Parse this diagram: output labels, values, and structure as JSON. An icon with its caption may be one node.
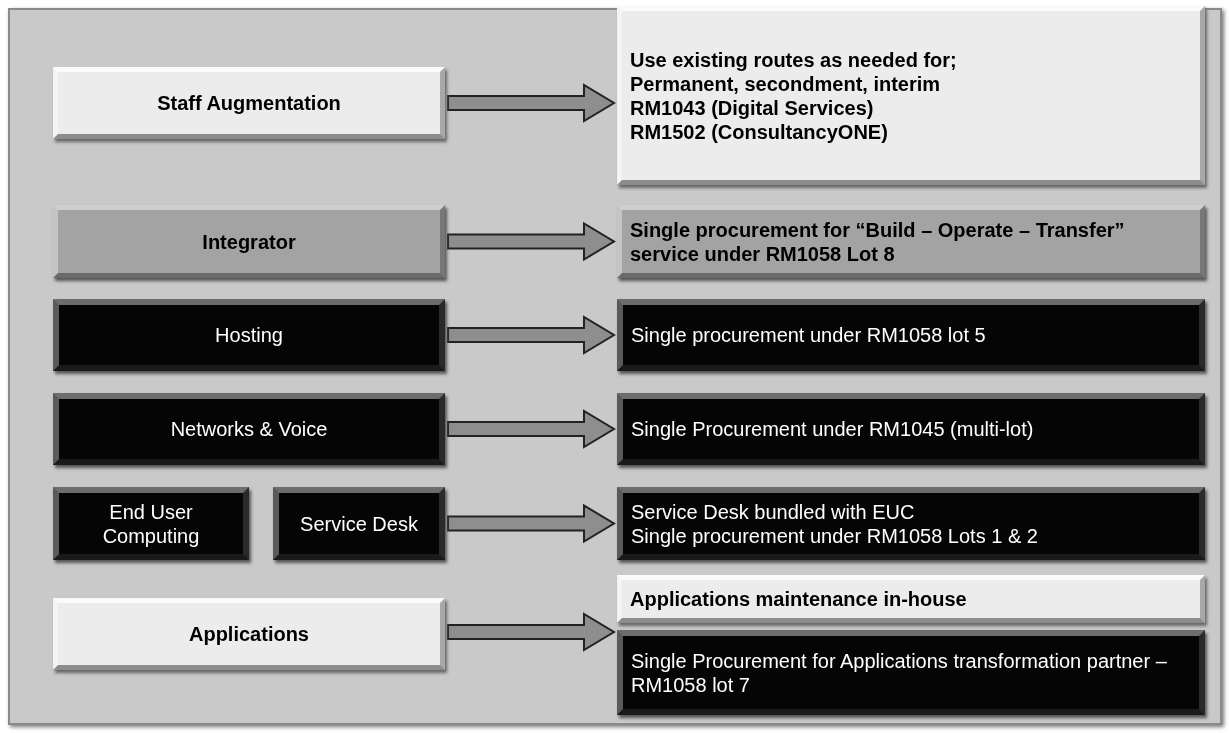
{
  "diagram": {
    "nodes": [
      {
        "text": [
          "Staff Augmentation"
        ]
      },
      {
        "text": [
          "Use existing routes as needed for;",
          "Permanent, secondment, interim",
          "RM1043 (Digital Services)",
          "RM1502 (ConsultancyONE)"
        ]
      },
      {
        "text": [
          "Integrator"
        ]
      },
      {
        "text": [
          "Single procurement for “Build – Operate – Transfer” service under RM1058 Lot 8"
        ]
      },
      {
        "text": [
          "Hosting"
        ]
      },
      {
        "text": [
          "Single procurement under RM1058 lot 5"
        ]
      },
      {
        "text": [
          "Networks & Voice"
        ]
      },
      {
        "text": [
          "Single Procurement under RM1045 (multi-lot)"
        ]
      },
      {
        "text": [
          "End User Computing"
        ]
      },
      {
        "text": [
          "Service Desk"
        ]
      },
      {
        "text": [
          "Service Desk bundled with EUC",
          "Single procurement under RM1058 Lots 1 & 2"
        ]
      },
      {
        "text": [
          "Applications"
        ]
      },
      {
        "text": [
          "Applications maintenance in-house"
        ]
      },
      {
        "text": [
          "Single Procurement for Applications transformation partner – RM1058 lot 7"
        ]
      }
    ],
    "edges": [
      {
        "from": 0,
        "to": 1,
        "arrow": "to"
      },
      {
        "from": 2,
        "to": 3,
        "arrow": "to"
      },
      {
        "from": 4,
        "to": 5,
        "arrow": "to"
      },
      {
        "from": 6,
        "to": 7,
        "arrow": "to"
      },
      {
        "from": 9,
        "to": 10,
        "arrow": "to"
      },
      {
        "from": 11,
        "to": 13,
        "arrow": "to"
      }
    ]
  }
}
